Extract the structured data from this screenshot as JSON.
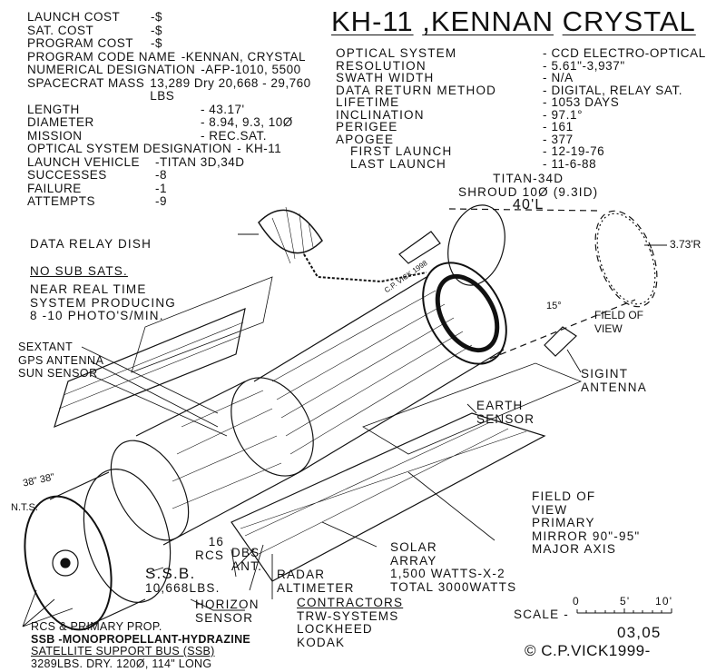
{
  "title": {
    "part1": "KH-11",
    "part2": ",KENNAN",
    "part3": "CRYSTAL"
  },
  "specs_left": [
    {
      "label": "LAUNCH COST",
      "value": "-$"
    },
    {
      "label": "SAT. COST",
      "value": "-$"
    },
    {
      "label": "PROGRAM COST",
      "value": "-$"
    },
    {
      "label": "PROGRAM CODE NAME",
      "value": "-KENNAN, CRYSTAL"
    },
    {
      "label": "NUMERICAL DESIGNATION",
      "value": "-AFP-1010, 5500"
    },
    {
      "label": "SPACECRAT MASS",
      "value": "13,289 Dry 20,668 - 29,760 LBS"
    },
    {
      "label": "LENGTH",
      "value": "- 43.17'"
    },
    {
      "label": "DIAMETER",
      "value": "- 8.94, 9.3, 10Ø"
    },
    {
      "label": "MISSION",
      "value": "- REC.SAT."
    },
    {
      "label": "OPTICAL SYSTEM DESIGNATION",
      "value": "- KH-11"
    },
    {
      "label": "LAUNCH VEHICLE",
      "value": "-TITAN 3D,34D"
    },
    {
      "label": "SUCCESSES",
      "value": "-8"
    },
    {
      "label": "FAILURE",
      "value": "-1"
    },
    {
      "label": "ATTEMPTS",
      "value": "-9"
    }
  ],
  "specs_right": [
    {
      "label": "OPTICAL SYSTEM",
      "value": "- CCD ELECTRO-OPTICAL"
    },
    {
      "label": "RESOLUTION",
      "value": "- 5.61\"-3,937\""
    },
    {
      "label": "SWATH WIDTH",
      "value": "- N/A"
    },
    {
      "label": "DATA RETURN METHOD",
      "value": "- DIGITAL, RELAY SAT."
    },
    {
      "label": "LIFETIME",
      "value": "- 1053 DAYS"
    },
    {
      "label": "INCLINATION",
      "value": "- 97.1°"
    },
    {
      "label": "PERIGEE",
      "value": "- 161"
    },
    {
      "label": "APOGEE",
      "value": "- 377"
    },
    {
      "label": "FIRST LAUNCH",
      "value": "- 12-19-76"
    },
    {
      "label": "LAST LAUNCH",
      "value": "- 11-6-88"
    }
  ],
  "labels": {
    "shroud": [
      "TITAN-34D",
      "SHROUD 10Ø (9.3ID)",
      "40'L"
    ],
    "radius": "3.73'R",
    "angle": "15°",
    "fov": [
      "FIELD OF",
      "VIEW"
    ],
    "sigint": [
      "SIGINT",
      "ANTENNA"
    ],
    "earth_sensor": [
      "EARTH",
      "SENSOR"
    ],
    "dish": "DATA RELAY  DISH",
    "no_sub": "NO SUB SATS.",
    "realtime": [
      "NEAR REAL TIME",
      "SYSTEM PRODUCING",
      "8 -10 PHOTO'S/MIN."
    ],
    "sextant": [
      "SEXTANT",
      "GPS ANTENNA",
      "SUN SENSOR"
    ],
    "dims": "38\" 38\"",
    "nts": "N.T.S.",
    "rcs16": [
      "16",
      "RCS"
    ],
    "dbs": [
      "DBS",
      "ANT."
    ],
    "radar": [
      "RADAR",
      "ALTIMETER"
    ],
    "ssb": [
      "S.S.B.",
      "10,668LBS."
    ],
    "horizon": [
      "HORIZON",
      "SENSOR"
    ],
    "solar": [
      "SOLAR",
      "ARRAY",
      "1,500 WATTS-X-2",
      "TOTAL 3000WATTS"
    ],
    "primary": [
      "FIELD OF",
      "VIEW",
      "PRIMARY",
      "MIRROR 90\"-95\"",
      "MAJOR AXIS"
    ],
    "bus": [
      "RCS & PRIMARY PROP.",
      "SSB -MONOPROPELLANT-HYDRAZINE",
      "SATELLITE SUPPORT BUS (SSB)",
      "3289LBS. DRY. 120Ø, 114\" LONG"
    ],
    "signature": "C.P. VICK 1998"
  },
  "contractors": {
    "heading": "CONTRACTORS",
    "items": [
      "TRW-SYSTEMS",
      "LOCKHEED",
      "KODAK"
    ]
  },
  "scale": {
    "label": "SCALE -",
    "ticks": [
      "0",
      "5'",
      "10'"
    ]
  },
  "footer": {
    "number": "03,05",
    "copyright": "© C.P.VICK1999-"
  }
}
